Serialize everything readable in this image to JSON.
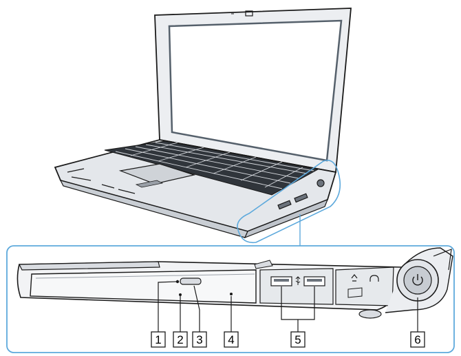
{
  "figure": {
    "callouts": [
      {
        "number": "1",
        "target": "drive-indicator-light"
      },
      {
        "number": "2",
        "target": "drive-indicator-light"
      },
      {
        "number": "3",
        "target": "disc-eject-button"
      },
      {
        "number": "4",
        "target": "optical-disc-drive"
      },
      {
        "number": "5",
        "target": "usb-ports"
      },
      {
        "number": "6",
        "target": "power-button"
      }
    ],
    "colors": {
      "line": "#1a1a1a",
      "body_light": "#f2f3f5",
      "body_mid": "#d9dce1",
      "body_dark": "#9aa0a8",
      "screen": "#ffffff",
      "frame": "#55606b",
      "detail_box": "#5da9dc"
    },
    "icons": [
      "laptop-illustration",
      "usb-symbol-icon",
      "network-port-icon",
      "headphone-icon",
      "power-icon"
    ]
  }
}
